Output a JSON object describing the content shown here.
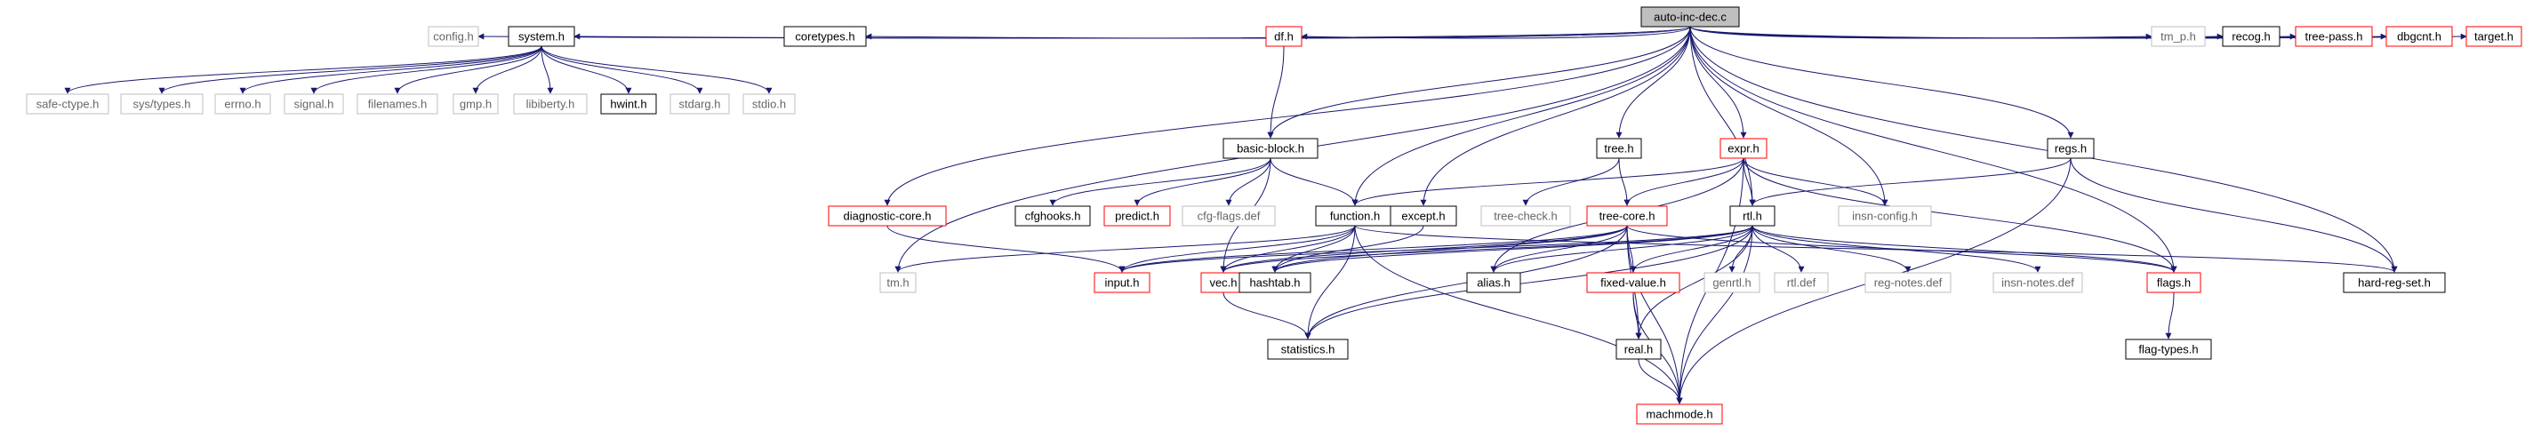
{
  "graph": {
    "nodes": [
      {
        "id": "auto-inc-dec",
        "label": "auto-inc-dec.c",
        "kind": "root"
      },
      {
        "id": "config",
        "label": "config.h",
        "kind": "external"
      },
      {
        "id": "system",
        "label": "system.h",
        "kind": "normal"
      },
      {
        "id": "coretypes",
        "label": "coretypes.h",
        "kind": "normal"
      },
      {
        "id": "df",
        "label": "df.h",
        "kind": "truncated"
      },
      {
        "id": "tm_p",
        "label": "tm_p.h",
        "kind": "external"
      },
      {
        "id": "recog",
        "label": "recog.h",
        "kind": "normal"
      },
      {
        "id": "tree-pass",
        "label": "tree-pass.h",
        "kind": "truncated"
      },
      {
        "id": "dbgcnt",
        "label": "dbgcnt.h",
        "kind": "truncated"
      },
      {
        "id": "target",
        "label": "target.h",
        "kind": "truncated"
      },
      {
        "id": "safe-ctype",
        "label": "safe-ctype.h",
        "kind": "external"
      },
      {
        "id": "sys-types",
        "label": "sys/types.h",
        "kind": "external"
      },
      {
        "id": "errno",
        "label": "errno.h",
        "kind": "external"
      },
      {
        "id": "signal",
        "label": "signal.h",
        "kind": "external"
      },
      {
        "id": "filenames",
        "label": "filenames.h",
        "kind": "external"
      },
      {
        "id": "gmp",
        "label": "gmp.h",
        "kind": "external"
      },
      {
        "id": "libiberty",
        "label": "libiberty.h",
        "kind": "external"
      },
      {
        "id": "hwint",
        "label": "hwint.h",
        "kind": "normal"
      },
      {
        "id": "stdarg",
        "label": "stdarg.h",
        "kind": "external"
      },
      {
        "id": "stdio",
        "label": "stdio.h",
        "kind": "external"
      },
      {
        "id": "basic-block",
        "label": "basic-block.h",
        "kind": "normal"
      },
      {
        "id": "tree",
        "label": "tree.h",
        "kind": "normal"
      },
      {
        "id": "expr",
        "label": "expr.h",
        "kind": "truncated"
      },
      {
        "id": "regs",
        "label": "regs.h",
        "kind": "normal"
      },
      {
        "id": "diagnostic-core",
        "label": "diagnostic-core.h",
        "kind": "truncated"
      },
      {
        "id": "cfghooks",
        "label": "cfghooks.h",
        "kind": "normal"
      },
      {
        "id": "predict",
        "label": "predict.h",
        "kind": "truncated"
      },
      {
        "id": "cfg-flags",
        "label": "cfg-flags.def",
        "kind": "external"
      },
      {
        "id": "function",
        "label": "function.h",
        "kind": "normal"
      },
      {
        "id": "except",
        "label": "except.h",
        "kind": "normal"
      },
      {
        "id": "tree-check",
        "label": "tree-check.h",
        "kind": "external"
      },
      {
        "id": "tree-core",
        "label": "tree-core.h",
        "kind": "truncated"
      },
      {
        "id": "rtl",
        "label": "rtl.h",
        "kind": "normal"
      },
      {
        "id": "insn-config",
        "label": "insn-config.h",
        "kind": "external"
      },
      {
        "id": "tm",
        "label": "tm.h",
        "kind": "external"
      },
      {
        "id": "input",
        "label": "input.h",
        "kind": "truncated"
      },
      {
        "id": "vec",
        "label": "vec.h",
        "kind": "truncated"
      },
      {
        "id": "hashtab",
        "label": "hashtab.h",
        "kind": "normal"
      },
      {
        "id": "alias",
        "label": "alias.h",
        "kind": "normal"
      },
      {
        "id": "fixed-value",
        "label": "fixed-value.h",
        "kind": "truncated"
      },
      {
        "id": "genrtl",
        "label": "genrtl.h",
        "kind": "external"
      },
      {
        "id": "rtl-def",
        "label": "rtl.def",
        "kind": "external"
      },
      {
        "id": "reg-notes",
        "label": "reg-notes.def",
        "kind": "external"
      },
      {
        "id": "insn-notes",
        "label": "insn-notes.def",
        "kind": "external"
      },
      {
        "id": "flags",
        "label": "flags.h",
        "kind": "truncated"
      },
      {
        "id": "hard-reg-set",
        "label": "hard-reg-set.h",
        "kind": "normal"
      },
      {
        "id": "statistics",
        "label": "statistics.h",
        "kind": "normal"
      },
      {
        "id": "real",
        "label": "real.h",
        "kind": "normal"
      },
      {
        "id": "flag-types",
        "label": "flag-types.h",
        "kind": "normal"
      },
      {
        "id": "machmode",
        "label": "machmode.h",
        "kind": "truncated"
      }
    ],
    "edges": [
      [
        "auto-inc-dec",
        "config"
      ],
      [
        "auto-inc-dec",
        "system"
      ],
      [
        "auto-inc-dec",
        "coretypes"
      ],
      [
        "auto-inc-dec",
        "df"
      ],
      [
        "auto-inc-dec",
        "tm_p"
      ],
      [
        "auto-inc-dec",
        "recog"
      ],
      [
        "auto-inc-dec",
        "tree-pass"
      ],
      [
        "auto-inc-dec",
        "dbgcnt"
      ],
      [
        "auto-inc-dec",
        "target"
      ],
      [
        "auto-inc-dec",
        "basic-block"
      ],
      [
        "auto-inc-dec",
        "tree"
      ],
      [
        "auto-inc-dec",
        "expr"
      ],
      [
        "auto-inc-dec",
        "regs"
      ],
      [
        "auto-inc-dec",
        "diagnostic-core"
      ],
      [
        "auto-inc-dec",
        "function"
      ],
      [
        "auto-inc-dec",
        "except"
      ],
      [
        "auto-inc-dec",
        "rtl"
      ],
      [
        "auto-inc-dec",
        "insn-config"
      ],
      [
        "auto-inc-dec",
        "tm"
      ],
      [
        "auto-inc-dec",
        "flags"
      ],
      [
        "auto-inc-dec",
        "hard-reg-set"
      ],
      [
        "system",
        "safe-ctype"
      ],
      [
        "system",
        "sys-types"
      ],
      [
        "system",
        "errno"
      ],
      [
        "system",
        "signal"
      ],
      [
        "system",
        "filenames"
      ],
      [
        "system",
        "gmp"
      ],
      [
        "system",
        "libiberty"
      ],
      [
        "system",
        "hwint"
      ],
      [
        "system",
        "stdarg"
      ],
      [
        "system",
        "stdio"
      ],
      [
        "df",
        "basic-block"
      ],
      [
        "basic-block",
        "cfghooks"
      ],
      [
        "basic-block",
        "predict"
      ],
      [
        "basic-block",
        "cfg-flags"
      ],
      [
        "basic-block",
        "function"
      ],
      [
        "basic-block",
        "vec"
      ],
      [
        "tree",
        "tree-check"
      ],
      [
        "tree",
        "tree-core"
      ],
      [
        "expr",
        "function"
      ],
      [
        "expr",
        "tree-core"
      ],
      [
        "expr",
        "rtl"
      ],
      [
        "expr",
        "insn-config"
      ],
      [
        "expr",
        "alias"
      ],
      [
        "expr",
        "flags"
      ],
      [
        "expr",
        "machmode"
      ],
      [
        "regs",
        "rtl"
      ],
      [
        "regs",
        "hard-reg-set"
      ],
      [
        "regs",
        "machmode"
      ],
      [
        "diagnostic-core",
        "input"
      ],
      [
        "function",
        "tm"
      ],
      [
        "function",
        "input"
      ],
      [
        "function",
        "vec"
      ],
      [
        "function",
        "hashtab"
      ],
      [
        "function",
        "hard-reg-set"
      ],
      [
        "function",
        "machmode"
      ],
      [
        "function",
        "statistics"
      ],
      [
        "except",
        "hashtab"
      ],
      [
        "tree-core",
        "input"
      ],
      [
        "tree-core",
        "vec"
      ],
      [
        "tree-core",
        "hashtab"
      ],
      [
        "tree-core",
        "alias"
      ],
      [
        "tree-core",
        "fixed-value"
      ],
      [
        "tree-core",
        "flags"
      ],
      [
        "tree-core",
        "statistics"
      ],
      [
        "tree-core",
        "real"
      ],
      [
        "tree-core",
        "machmode"
      ],
      [
        "rtl",
        "input"
      ],
      [
        "rtl",
        "vec"
      ],
      [
        "rtl",
        "hashtab"
      ],
      [
        "rtl",
        "alias"
      ],
      [
        "rtl",
        "fixed-value"
      ],
      [
        "rtl",
        "genrtl"
      ],
      [
        "rtl",
        "rtl-def"
      ],
      [
        "rtl",
        "reg-notes"
      ],
      [
        "rtl",
        "insn-notes"
      ],
      [
        "rtl",
        "flags"
      ],
      [
        "rtl",
        "real"
      ],
      [
        "rtl",
        "machmode"
      ],
      [
        "rtl",
        "statistics"
      ],
      [
        "vec",
        "statistics"
      ],
      [
        "fixed-value",
        "real"
      ],
      [
        "fixed-value",
        "machmode"
      ],
      [
        "real",
        "machmode"
      ],
      [
        "flags",
        "flag-types"
      ]
    ]
  },
  "colors": {
    "edge": "#191970",
    "border_normal": "#000000",
    "border_truncated": "#ff0000",
    "border_external": "#bfbfbf",
    "root_fill": "#bfbfbf",
    "text_normal": "#000000",
    "text_external": "#666666"
  }
}
